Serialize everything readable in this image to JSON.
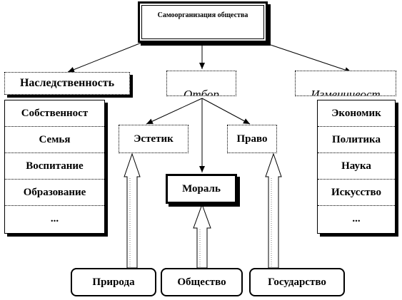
{
  "diagram": {
    "root": "Самоорганизация общества",
    "left_heading": "Наследственность",
    "left_items": [
      "Собственност",
      "Семья",
      "Воспитание",
      "Образование",
      "..."
    ],
    "middle_heading": "Отбор",
    "right_heading": "Изменчивост",
    "right_items": [
      "Экономик",
      "Политика",
      "Наука",
      "Искусство",
      "..."
    ],
    "estetika": "Эстетик",
    "pravo": "Право",
    "moral": "Мораль",
    "sources": [
      "Природа",
      "Общество",
      "Государство"
    ]
  }
}
